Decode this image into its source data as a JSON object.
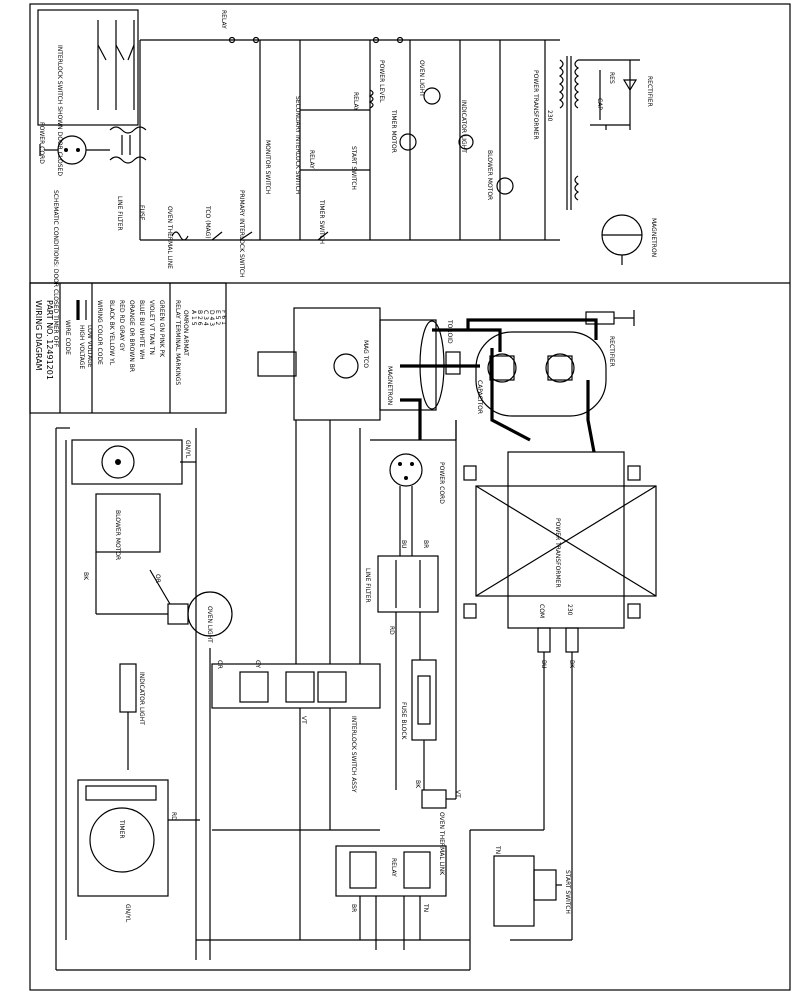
{
  "schematic": {
    "interlock_note": "INTERLOCK SWITCH SHOWN DOOR CLOSED",
    "conditions": "SCHEMATIC CONDITIONS: DOOR CLOSED TIMER OFF",
    "power_cord": "POWER CORD",
    "line_filter": "LINE FILTER",
    "fuse": "FUSE",
    "oven_thermal": "OVEN THERMAL LINE",
    "tco_mag": "TCO (MAG)",
    "primary_interlock": "PRIMARY INTERLOCK SWITCH",
    "monitor_switch": "MONITOR SWITCH",
    "timer_switch": "TIMER SWITCH",
    "relay_top": "RELAY",
    "relay_mid": "RELAY",
    "relay_coil": "RELAY",
    "secondary_interlock": "SECONDARY INTERLOCK SWITCH",
    "start_switch": "START SWITCH",
    "power_level": "POWER LEVEL",
    "timer_motor": "TIMER MOTOR",
    "oven_light": "OVEN LIGHT",
    "indicator_light": "INDICATOR LIGHT",
    "blower_motor": "BLOWER MOTOR",
    "power_transformer": "POWER TRANSFORMER",
    "cap": "CAP",
    "rectifier": "RECTIFIER",
    "magnetron": "MAGNETRON",
    "res": "RES",
    "v230": "230"
  },
  "wiring": {
    "title": "WIRING DIAGRAM",
    "part_no": "PART NO. 12491201",
    "wire_code": "WIRE CODE",
    "high_voltage": "HIGH VOLTAGE",
    "low_voltage": "LOW VOLTAGE",
    "color_code": "WIRING COLOR CODE",
    "colors": [
      "BLACK BK  YELLOW YL",
      "RED RD  GRAY GY",
      "ORANGE OR  BROWN BR",
      "BLUE BU  WHITE WH",
      "VIOLET VT  TAN TN",
      "GREEN GN  PINK PK"
    ],
    "relay_markings": "RELAY TERMINAL MARKINGS",
    "relay_cols": "OMRON  ARMAT",
    "relay_rows": [
      "A 1 5",
      "B 2 6",
      "C 3 4",
      "D 4 3",
      "E 5 2",
      "F 6 1"
    ],
    "blower_motor": "BLOWER MOTOR",
    "oven_light": "OVEN LIGHT",
    "indicator_light": "INDICATOR LIGHT",
    "timer": "TIMER",
    "interlock_assy": "INTERLOCK SWITCH ASSY",
    "fuse_block": "FUSE BLOCK",
    "oven_thermal": "OVEN THERMAL LINK",
    "line_filter": "LINE FILTER",
    "power_cord": "POWER CORD",
    "relay": "RELAY",
    "start_switch": "START SWITCH",
    "power_transformer": "POWER TRANSFORMER",
    "magnetron": "MAGNETRON",
    "mag_tco": "MAG TCO",
    "toroid": "TOROID",
    "capacitor": "CAPACITOR",
    "rectifier": "RECTIFIER",
    "gn_yl": "GN/YL",
    "gn_yl2": "GN/YL",
    "t_com": "COM",
    "t_230": "230"
  },
  "wire_labels": [
    "BK",
    "OR",
    "BU",
    "RD",
    "BR",
    "VT",
    "TN",
    "GY",
    "BK",
    "OR",
    "RD",
    "BK",
    "BU",
    "BR",
    "VT",
    "TN"
  ]
}
